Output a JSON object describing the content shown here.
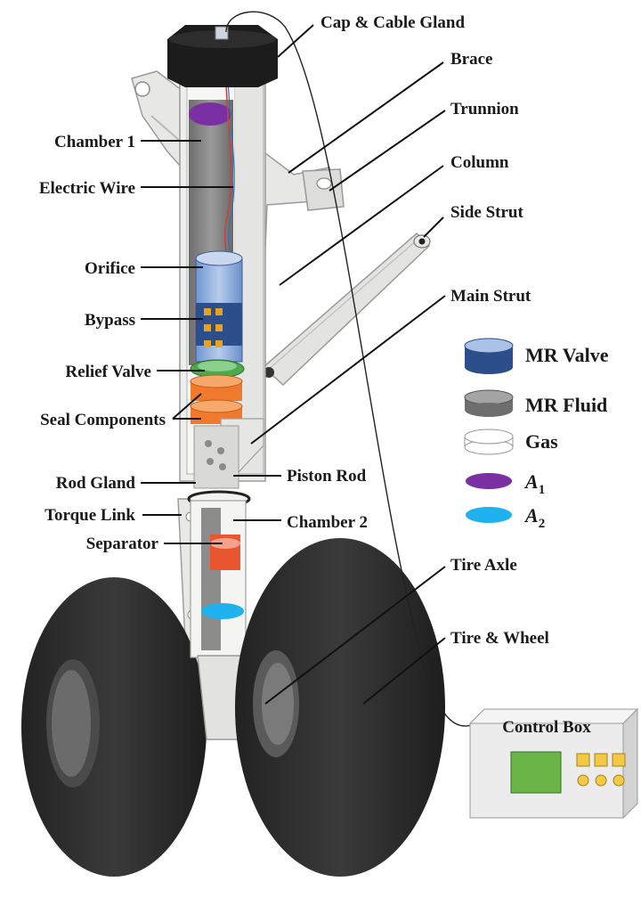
{
  "labels": {
    "cap_cable_gland": "Cap & Cable Gland",
    "brace": "Brace",
    "trunnion": "Trunnion",
    "column": "Column",
    "side_strut": "Side Strut",
    "main_strut": "Main Strut",
    "chamber_1": "Chamber 1",
    "electric_wire": "Electric Wire",
    "orifice": "Orifice",
    "bypass": "Bypass",
    "relief_valve": "Relief Valve",
    "seal_components": "Seal Components",
    "rod_gland": "Rod Gland",
    "piston_rod": "Piston Rod",
    "torque_link": "Torque Link",
    "chamber_2": "Chamber 2",
    "separator": "Separator",
    "tire_axle": "Tire Axle",
    "tire_wheel": "Tire & Wheel",
    "control_box": "Control Box"
  },
  "legend": [
    {
      "label": "MR Valve",
      "color": "#3d6fb3",
      "top_color": "#a9c2e6"
    },
    {
      "label": "MR Fluid",
      "color": "#6e6e6e",
      "top_color": "#a4a4a4"
    },
    {
      "label": "Gas",
      "color": "#ffffff",
      "top_color": "#ffffff"
    },
    {
      "label": "A",
      "sub": "1",
      "color": "#7a2fa3"
    },
    {
      "label": "A",
      "sub": "2",
      "color": "#1fb2ef"
    }
  ],
  "colors": {
    "tire": "#2e2e2e",
    "strut": "#e4e4e2",
    "cap": "#1c1c1c",
    "mr_fluid": "#858585",
    "seal": "#f07a2b",
    "relief": "#4caa4e",
    "separator": "#e8552e",
    "box": "#ececec",
    "screen": "#6ab548",
    "button": "#f3c844"
  }
}
